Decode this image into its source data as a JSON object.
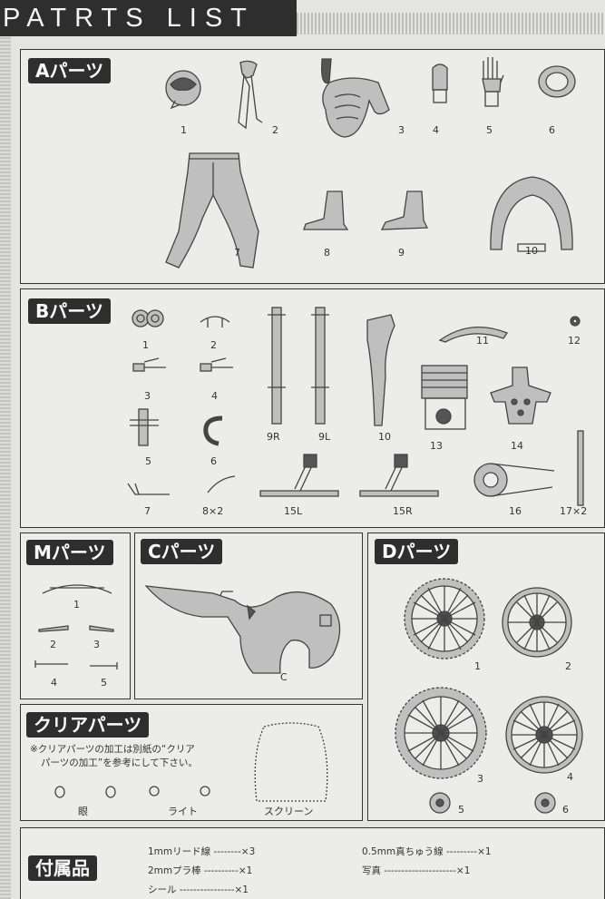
{
  "header": {
    "title": "PATRTS LIST"
  },
  "sections": {
    "a": {
      "title": "Aパーツ",
      "labels": [
        "1",
        "2",
        "3",
        "4",
        "5",
        "6",
        "7",
        "8",
        "9",
        "10"
      ]
    },
    "b": {
      "title": "Bパーツ",
      "labels": [
        "1",
        "2",
        "3",
        "4",
        "5",
        "6",
        "7",
        "8×2",
        "9R",
        "9L",
        "10",
        "11",
        "12",
        "13",
        "14",
        "15L",
        "15R",
        "16",
        "17×2"
      ]
    },
    "m": {
      "title": "Mパーツ",
      "labels": [
        "1",
        "2",
        "3",
        "4",
        "5"
      ]
    },
    "c": {
      "title": "Cパーツ",
      "labels": [
        "C"
      ]
    },
    "d": {
      "title": "Dパーツ",
      "labels": [
        "1",
        "2",
        "3",
        "4",
        "5",
        "6"
      ]
    },
    "clear": {
      "title": "クリアパーツ",
      "note_line1": "※クリアパーツの加工は別紙の“クリア",
      "note_line2": "パーツの加工”を参考にして下さい。",
      "labels": [
        "眼",
        "ライト",
        "スクリーン"
      ]
    },
    "accessories": {
      "title": "付属品",
      "items": [
        "1mmリード線 --------×3",
        "2mmプラ棒 ----------×1",
        "シール ----------------×1",
        "0.5mm真ちゅう線 ---------×1",
        "写真 ---------------------×1"
      ]
    }
  }
}
